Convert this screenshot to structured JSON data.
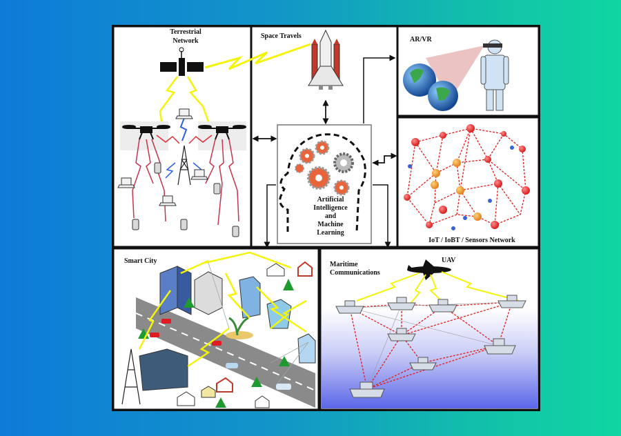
{
  "panels": {
    "terrestrial": {
      "title_line1": "Terrestrial",
      "title_line2": "Network"
    },
    "space": {
      "title": "Space Travels"
    },
    "arvr": {
      "title": "AR/VR"
    },
    "ai": {
      "line1": "Artificial",
      "line2": "Intelligence",
      "line3": "and",
      "line4": "Machine",
      "line5": "Learning"
    },
    "iot": {
      "title": "IoT / IoBT / Sensors Network"
    },
    "smart_city": {
      "title": "Smart City"
    },
    "maritime": {
      "title_line1": "Maritime",
      "title_line2": "Communications",
      "uav_label": "UAV"
    }
  },
  "colors": {
    "background_left": "#0e7bd8",
    "background_right": "#10d6a2",
    "lightning": "#f4f40a",
    "wireless_red": "#e0303a",
    "network_red": "#e51b1b",
    "node_orange": "#f39a2a",
    "node_blue": "#3a63d8",
    "sea_blue": "#5b66e8",
    "gear_orange": "#e8643a"
  }
}
